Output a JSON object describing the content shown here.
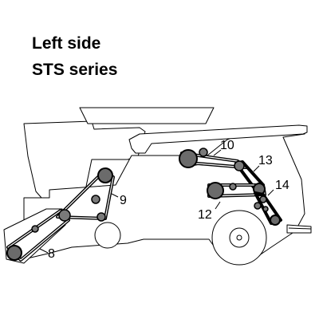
{
  "title": {
    "line1": "Left side",
    "line2": "STS series"
  },
  "belt_labels": {
    "b8": "8",
    "b9": "9",
    "b10": "10",
    "b12": "12",
    "b13": "13",
    "b14": "14"
  }
}
